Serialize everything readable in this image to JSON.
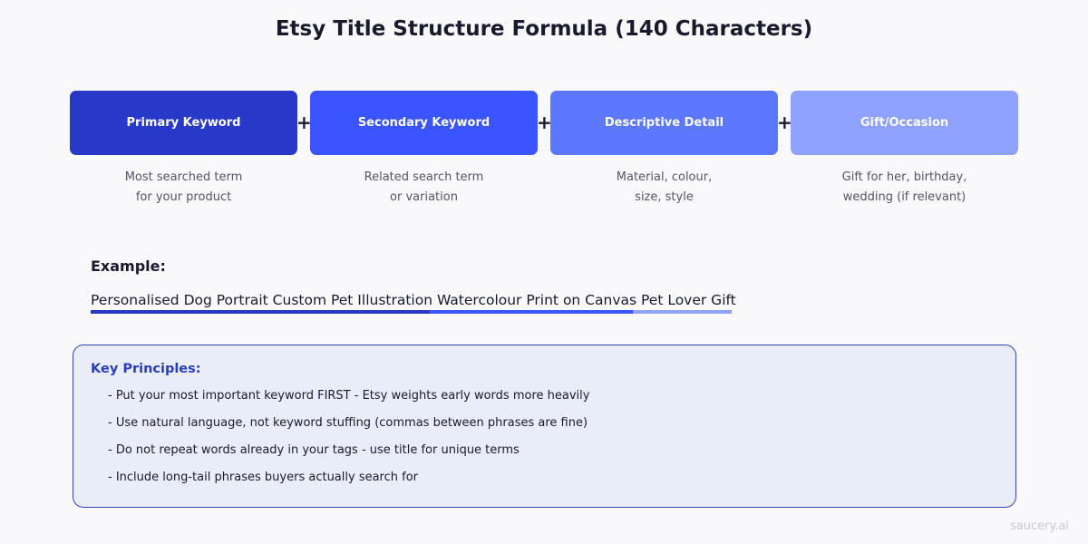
{
  "title": "Etsy Title Structure Formula (140 Characters)",
  "formula": {
    "plus": "+",
    "boxes": [
      {
        "label": "Primary Keyword",
        "color": "#2838c8",
        "desc_lines": [
          "Most searched term",
          "for your product"
        ]
      },
      {
        "label": "Secondary Keyword",
        "color": "#3a55ff",
        "desc_lines": [
          "Related search term",
          "or variation"
        ]
      },
      {
        "label": "Descriptive Detail",
        "color": "#5c78ff",
        "desc_lines": [
          "Material, colour,",
          "size, style"
        ]
      },
      {
        "label": "Gift/Occasion",
        "color": "#8fa2ff",
        "desc_lines": [
          "Gift for her, birthday,",
          "wedding (if relevant)"
        ]
      }
    ]
  },
  "example": {
    "label": "Example:",
    "text": "Personalised Dog Portrait Custom Pet Illustration Watercolour Print on Canvas Pet Lover Gift"
  },
  "principles": {
    "title": "Key Principles:",
    "items": [
      "- Put your most important keyword FIRST - Etsy weights early words more heavily",
      "- Use natural language, not keyword stuffing (commas between phrases are fine)",
      "- Do not repeat words already in your tags - use title for unique terms",
      "- Include long-tail phrases buyers actually search for"
    ]
  },
  "watermark": "saucery.ai"
}
